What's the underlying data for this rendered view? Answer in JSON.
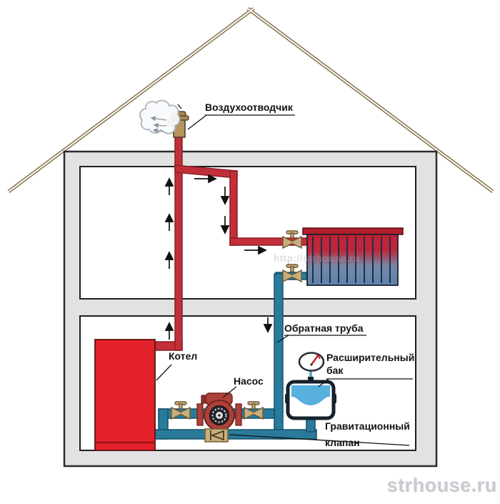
{
  "labels": {
    "air_vent": "Воздухоотводчик",
    "boiler": "Котел",
    "pump": "Насос",
    "return_pipe": "Обратная труба",
    "expansion_tank": "Расширительный бак",
    "gravity_valve": "Гравитационный клапан"
  },
  "watermarks": {
    "site": "strhouse.ru",
    "faint_url": "http://strhouse.ru"
  },
  "colors": {
    "supply_pipe": "#c22f38",
    "supply_pipe_dark": "#8d1f26",
    "return_pipe": "#2a7b9b",
    "return_pipe_dark": "#16526b",
    "boiler": "#e3212a",
    "boiler_dark": "#a31218",
    "radiator_hot": "#c11f30",
    "radiator_cold": "#5d81ac",
    "radiator_cap": "#b01e2d",
    "valve": "#c9ae7d",
    "valve_dark": "#6e5831",
    "pump": "#ad4038",
    "pump_dark": "#6f241f",
    "tank_fill": "#58b0dd",
    "tank_outline": "#15212c",
    "vent_tan": "#b5945e",
    "wall": "#e2e2e2",
    "roof": "#8d7a58",
    "label_text": "#121212",
    "watermark": "#c8cbd0"
  }
}
